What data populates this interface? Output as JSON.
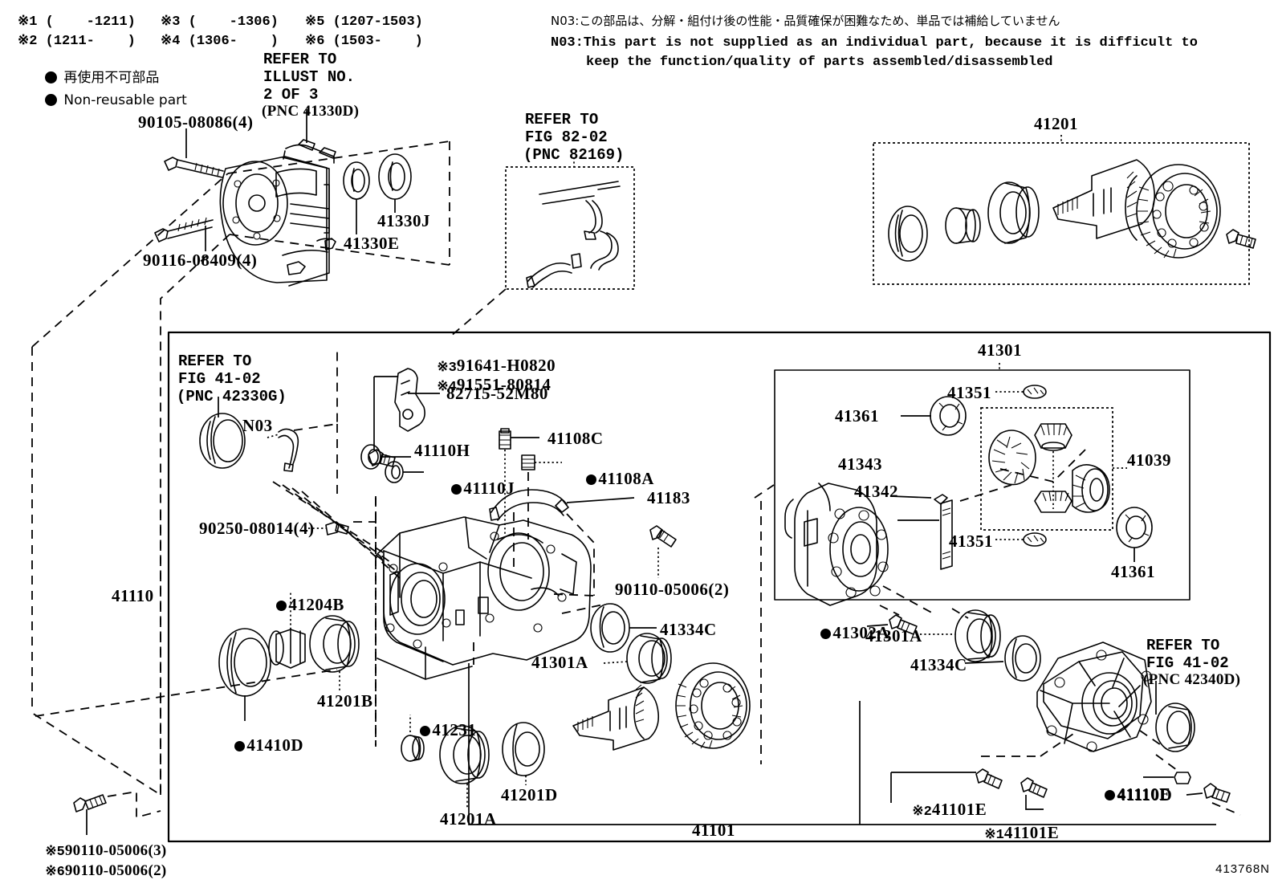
{
  "drawing": {
    "number": "413768N",
    "title": "Toyota rear differential carrier exploded parts illustration"
  },
  "legend": {
    "marks": [
      "※1 (    -1211)",
      "※2 (1211-    )",
      "※3 (    -1306)",
      "※4 (1306-    )",
      "※5 (1207-1503)",
      "※6 (1503-    )"
    ],
    "marks_row1": [
      "※1 (    -1211)",
      "※3 (    -1306)",
      "※5 (1207-1503)"
    ],
    "marks_row2": [
      "※2 (1211-    )",
      "※4 (1306-    )",
      "※6 (1503-    )"
    ],
    "nonreusable_jp": "再使用不可部品",
    "nonreusable_en": "Non-reusable part"
  },
  "notes": {
    "n03_jp": "N03:この部品は、分解・組付け後の性能・品質確保が困難なため、単品では補給していません",
    "n03_en_line1": "N03:This part is not supplied as an individual part, because it is difficult to",
    "n03_en_line2": "keep the function/quality of parts assembled/disassembled"
  },
  "references": {
    "illust_2of3": {
      "line1": "REFER TO",
      "line2": "ILLUST NO.",
      "line3": "2 OF 3",
      "line4": "(PNC 41330D)"
    },
    "fig_82_02": {
      "line1": "REFER TO",
      "line2": "FIG 82-02",
      "line3": "(PNC 82169)"
    },
    "fig_41_02_left": {
      "line1": "REFER TO",
      "line2": "FIG 41-02",
      "line3": "(PNC 42330G)"
    },
    "fig_41_02_right": {
      "line1": "REFER TO",
      "line2": "FIG 41-02",
      "line3": "(PNC 42340D)"
    }
  },
  "callouts": {
    "top_assembly": [
      {
        "id": "bolt-90105",
        "text": "90105-08086(4)"
      },
      {
        "id": "bolt-90116",
        "text": "90116-08409(4)"
      },
      {
        "id": "washer-41330e",
        "text": "41330E"
      },
      {
        "id": "washer-41330j",
        "text": "41330J"
      }
    ],
    "drive_pinion_box": {
      "label": "41201"
    },
    "center_group": [
      {
        "id": "n03-tag",
        "text": "N03"
      },
      {
        "id": "p-91641",
        "text": "※3 91641-H0820",
        "mark": "※3",
        "number": "91641-H0820"
      },
      {
        "id": "p-91551",
        "text": "※4 91551-80814",
        "mark": "※4",
        "number": "91551-80814"
      },
      {
        "id": "p-82715",
        "text": "82715-52M80"
      },
      {
        "id": "p-41110h",
        "text": "41110H"
      },
      {
        "id": "p-41110j",
        "text": "41110J",
        "nonreusable": true
      },
      {
        "id": "p-41108c",
        "text": "41108C"
      },
      {
        "id": "p-41108a",
        "text": "41108A",
        "nonreusable": true
      },
      {
        "id": "p-41183",
        "text": "41183"
      },
      {
        "id": "p-90250",
        "text": "90250-08014(4)"
      },
      {
        "id": "p-41110",
        "text": "41110"
      },
      {
        "id": "p-41204b",
        "text": "41204B",
        "nonreusable": true
      },
      {
        "id": "p-41201b",
        "text": "41201B"
      },
      {
        "id": "p-41410d",
        "text": "41410D",
        "nonreusable": true
      },
      {
        "id": "p-41231",
        "text": "41231",
        "nonreusable": true
      },
      {
        "id": "p-41201a",
        "text": "41201A"
      },
      {
        "id": "p-41201d",
        "text": "41201D"
      },
      {
        "id": "p-90110-2",
        "text": "90110-05006(2)"
      },
      {
        "id": "p-41334c-left",
        "text": "41334C"
      },
      {
        "id": "p-41301a-left",
        "text": "41301A"
      },
      {
        "id": "p-41101",
        "text": "41101"
      }
    ],
    "diff_case_box": {
      "label": "41301",
      "items": [
        {
          "id": "p-41351-top",
          "text": "41351"
        },
        {
          "id": "p-41361-top",
          "text": "41361"
        },
        {
          "id": "p-41343",
          "text": "41343"
        },
        {
          "id": "p-41342",
          "text": "41342"
        },
        {
          "id": "p-41039",
          "text": "41039"
        },
        {
          "id": "p-41351-bottom",
          "text": "41351"
        },
        {
          "id": "p-41361-bottom",
          "text": "41361"
        }
      ]
    },
    "right_group": [
      {
        "id": "p-41302a",
        "text": "41302A",
        "nonreusable": true
      },
      {
        "id": "p-41301a-right",
        "text": "41301A"
      },
      {
        "id": "p-41334c-right",
        "text": "41334C"
      },
      {
        "id": "p-41110e",
        "text": "41110E",
        "nonreusable": true
      },
      {
        "id": "p-41110d",
        "text": "41110D"
      },
      {
        "id": "p-41101e-2",
        "text": "※2 41101E",
        "mark": "※2",
        "number": "41101E"
      },
      {
        "id": "p-41101e-1",
        "text": "※1 41101E",
        "mark": "※1",
        "number": "41101E"
      }
    ],
    "footnotes": [
      {
        "id": "fn-5",
        "mark": "※5",
        "text": "90110-05006(3)"
      },
      {
        "id": "fn-6",
        "mark": "※6",
        "text": "90110-05006(2)"
      }
    ]
  },
  "colors": {
    "ink": "#000000",
    "paper": "#ffffff"
  }
}
